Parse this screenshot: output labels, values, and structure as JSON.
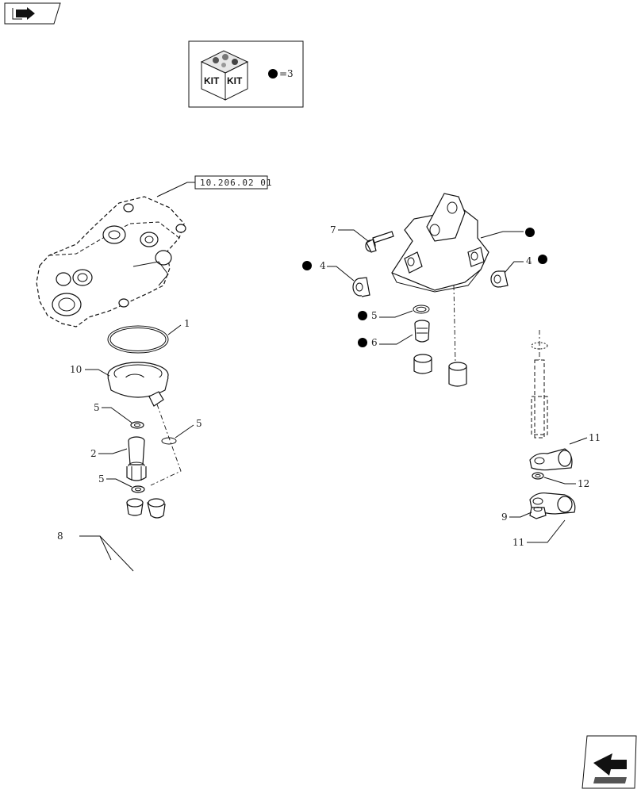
{
  "kit": {
    "text1": "KIT",
    "text2": "KIT",
    "legend": "=3",
    "bullet_color": "#000000"
  },
  "ref_box": "10.206.02 01",
  "callouts": {
    "c1": "1",
    "c10": "10",
    "c5a": "5",
    "c5b": "5",
    "c2": "2",
    "c5c": "5",
    "c8": "8",
    "c7": "7",
    "c4a": "4",
    "c4b": "4",
    "c5d": "5",
    "c6": "6",
    "c11a": "11",
    "c12": "12",
    "c9": "9",
    "c11b": "11"
  },
  "icons": {
    "top_left": "book-arrow-icon",
    "bottom_right": "next-page-arrow-icon"
  }
}
